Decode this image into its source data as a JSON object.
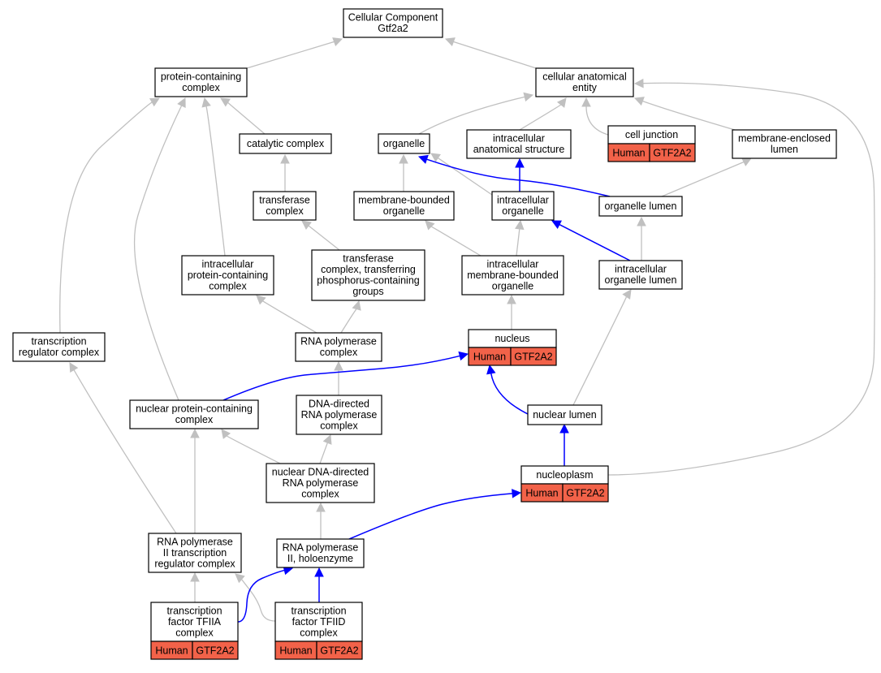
{
  "diagram": {
    "nodes": [
      {
        "id": "cc",
        "lines": [
          "Cellular Component",
          "Gtf2a2"
        ]
      },
      {
        "id": "pcc",
        "lines": [
          "protein-containing",
          "complex"
        ]
      },
      {
        "id": "cae",
        "lines": [
          "cellular anatomical",
          "entity"
        ]
      },
      {
        "id": "catc",
        "lines": [
          "catalytic complex"
        ]
      },
      {
        "id": "org",
        "lines": [
          "organelle"
        ]
      },
      {
        "id": "ias",
        "lines": [
          "intracellular",
          "anatomical structure"
        ]
      },
      {
        "id": "cj",
        "lines": [
          "cell junction"
        ],
        "annotation": [
          "Human",
          "GTF2A2"
        ]
      },
      {
        "id": "mel",
        "lines": [
          "membrane-enclosed",
          "lumen"
        ]
      },
      {
        "id": "tc",
        "lines": [
          "transferase",
          "complex"
        ]
      },
      {
        "id": "mbo",
        "lines": [
          "membrane-bounded",
          "organelle"
        ]
      },
      {
        "id": "io",
        "lines": [
          "intracellular",
          "organelle"
        ]
      },
      {
        "id": "ol",
        "lines": [
          "organelle lumen"
        ]
      },
      {
        "id": "ipcc",
        "lines": [
          "intracellular",
          "protein-containing",
          "complex"
        ]
      },
      {
        "id": "tctp",
        "lines": [
          "transferase",
          "complex, transferring",
          "phosphorus-containing",
          "groups"
        ]
      },
      {
        "id": "imbo",
        "lines": [
          "intracellular",
          "membrane-bounded",
          "organelle"
        ]
      },
      {
        "id": "iol",
        "lines": [
          "intracellular",
          "organelle lumen"
        ]
      },
      {
        "id": "trc",
        "lines": [
          "transcription",
          "regulator complex"
        ]
      },
      {
        "id": "rnap",
        "lines": [
          "RNA polymerase",
          "complex"
        ]
      },
      {
        "id": "nuc",
        "lines": [
          "nucleus"
        ],
        "annotation": [
          "Human",
          "GTF2A2"
        ]
      },
      {
        "id": "npcc",
        "lines": [
          "nuclear protein-containing",
          "complex"
        ]
      },
      {
        "id": "ddrp",
        "lines": [
          "DNA-directed",
          "RNA polymerase",
          "complex"
        ]
      },
      {
        "id": "nl",
        "lines": [
          "nuclear lumen"
        ]
      },
      {
        "id": "nddrp",
        "lines": [
          "nuclear DNA-directed",
          "RNA polymerase",
          "complex"
        ]
      },
      {
        "id": "np",
        "lines": [
          "nucleoplasm"
        ],
        "annotation": [
          "Human",
          "GTF2A2"
        ]
      },
      {
        "id": "rp2trc",
        "lines": [
          "RNA polymerase",
          "II transcription",
          "regulator complex"
        ]
      },
      {
        "id": "rp2h",
        "lines": [
          "RNA polymerase",
          "II, holoenzyme"
        ]
      },
      {
        "id": "tf2a",
        "lines": [
          "transcription",
          "factor TFIIA",
          "complex"
        ],
        "annotation": [
          "Human",
          "GTF2A2"
        ]
      },
      {
        "id": "tf2d",
        "lines": [
          "transcription",
          "factor TFIID",
          "complex"
        ],
        "annotation": [
          "Human",
          "GTF2A2"
        ]
      }
    ],
    "edges": [
      {
        "from": "pcc",
        "to": "cc",
        "color": "grey"
      },
      {
        "from": "cae",
        "to": "cc",
        "color": "grey"
      },
      {
        "from": "catc",
        "to": "pcc",
        "color": "grey"
      },
      {
        "from": "ipcc",
        "to": "pcc",
        "color": "grey"
      },
      {
        "from": "npcc",
        "to": "pcc",
        "color": "grey"
      },
      {
        "from": "trc",
        "to": "pcc",
        "color": "grey"
      },
      {
        "from": "org",
        "to": "cae",
        "color": "grey"
      },
      {
        "from": "ias",
        "to": "cae",
        "color": "grey"
      },
      {
        "from": "cj",
        "to": "cae",
        "color": "grey"
      },
      {
        "from": "mel",
        "to": "cae",
        "color": "grey"
      },
      {
        "from": "np",
        "to": "cae",
        "color": "grey"
      },
      {
        "from": "tc",
        "to": "catc",
        "color": "grey"
      },
      {
        "from": "mbo",
        "to": "org",
        "color": "grey"
      },
      {
        "from": "io",
        "to": "org",
        "color": "grey"
      },
      {
        "from": "ol",
        "to": "org",
        "color": "blue"
      },
      {
        "from": "io",
        "to": "ias",
        "color": "blue"
      },
      {
        "from": "ol",
        "to": "mel",
        "color": "grey"
      },
      {
        "from": "tctp",
        "to": "tc",
        "color": "grey"
      },
      {
        "from": "imbo",
        "to": "mbo",
        "color": "grey"
      },
      {
        "from": "imbo",
        "to": "io",
        "color": "grey"
      },
      {
        "from": "iol",
        "to": "io",
        "color": "blue"
      },
      {
        "from": "iol",
        "to": "ol",
        "color": "grey"
      },
      {
        "from": "rnap",
        "to": "ipcc",
        "color": "grey"
      },
      {
        "from": "rnap",
        "to": "tctp",
        "color": "grey"
      },
      {
        "from": "nuc",
        "to": "imbo",
        "color": "grey"
      },
      {
        "from": "nl",
        "to": "iol",
        "color": "grey"
      },
      {
        "from": "rp2trc",
        "to": "trc",
        "color": "grey"
      },
      {
        "from": "ddrp",
        "to": "rnap",
        "color": "grey"
      },
      {
        "from": "npcc",
        "to": "nuc",
        "color": "blue"
      },
      {
        "from": "nl",
        "to": "nuc",
        "color": "blue"
      },
      {
        "from": "nddrp",
        "to": "npcc",
        "color": "grey"
      },
      {
        "from": "rp2trc",
        "to": "npcc",
        "color": "grey"
      },
      {
        "from": "nddrp",
        "to": "ddrp",
        "color": "grey"
      },
      {
        "from": "np",
        "to": "nl",
        "color": "blue"
      },
      {
        "from": "rp2h",
        "to": "nddrp",
        "color": "grey"
      },
      {
        "from": "rp2h",
        "to": "np",
        "color": "blue"
      },
      {
        "from": "tf2a",
        "to": "rp2trc",
        "color": "grey"
      },
      {
        "from": "tf2d",
        "to": "rp2trc",
        "color": "grey"
      },
      {
        "from": "tf2a",
        "to": "rp2h",
        "color": "blue"
      },
      {
        "from": "tf2d",
        "to": "rp2h",
        "color": "blue"
      }
    ]
  },
  "colors": {
    "annotation_fill": "#f26249",
    "is_a_edge": "#c0c0c0",
    "part_of_edge": "#0000ff"
  }
}
